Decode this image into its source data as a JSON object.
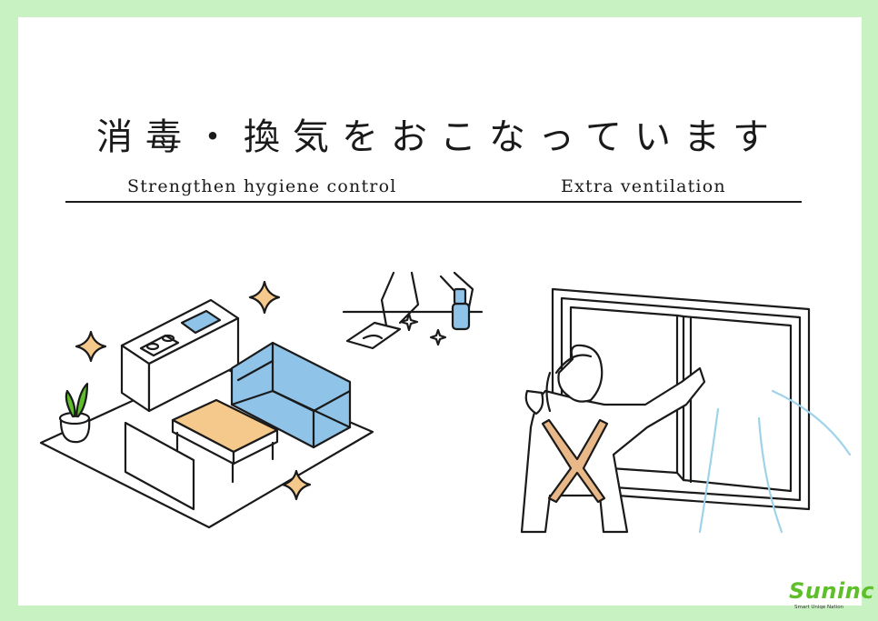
{
  "poster": {
    "title": "消毒・換気をおこなっています",
    "subtitle_left": "Strengthen hygiene control",
    "subtitle_right": "Extra ventilation"
  },
  "logo": {
    "wordmark": "Suninc",
    "tagline": "Smart Uniqe Nation"
  },
  "colors": {
    "frame": "#c9f2c3",
    "sofa": "#8fc3e8",
    "table": "#f5c98b",
    "apron": "#e8b888",
    "breeze": "#9fd3ea",
    "logo_green": "#5fbf2a"
  },
  "icons": [
    "sparkle-icon",
    "plant-icon",
    "spray-bottle-icon",
    "cleaning-cloth-icon"
  ]
}
